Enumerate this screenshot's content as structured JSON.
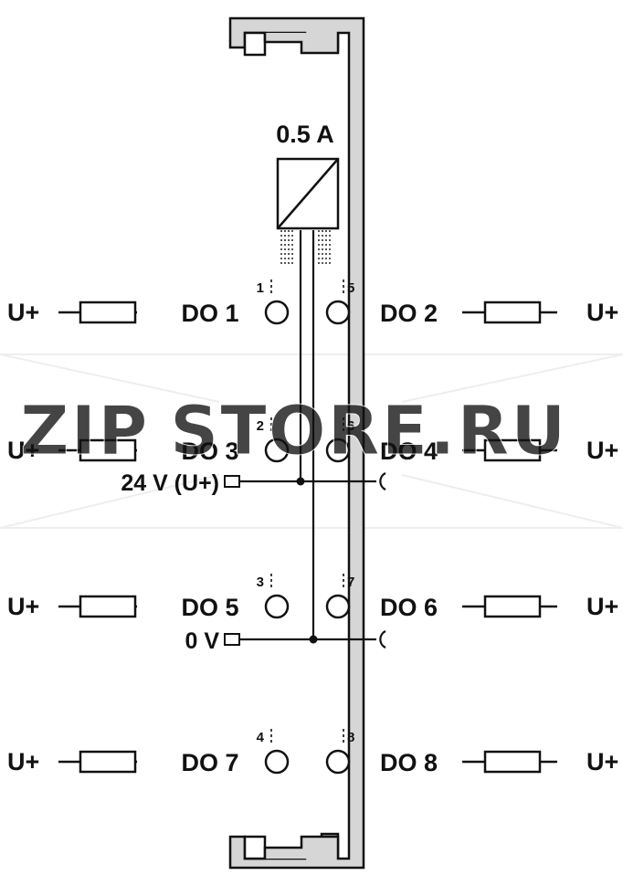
{
  "module": {
    "current_rating": "0.5 A",
    "supply_labels": {
      "plus": "24 V (U+)",
      "zero": "0 V"
    }
  },
  "channels": [
    {
      "label": "DO 1",
      "pin": "1",
      "load": "U+"
    },
    {
      "label": "DO 2",
      "pin": "5",
      "load": "U+"
    },
    {
      "label": "DO 3",
      "pin": "2",
      "load": "U+"
    },
    {
      "label": "DO 4",
      "pin": "6",
      "load": "U+"
    },
    {
      "label": "DO 5",
      "pin": "3",
      "load": "U+"
    },
    {
      "label": "DO 6",
      "pin": "7",
      "load": "U+"
    },
    {
      "label": "DO 7",
      "pin": "4",
      "load": "U+"
    },
    {
      "label": "DO 8",
      "pin": "8",
      "load": "U+"
    }
  ],
  "watermark": {
    "text_part1": "ZIP",
    "text_part2": "STORE.RU"
  },
  "colors": {
    "module_fill": "#d6d6d6",
    "line": "#111111",
    "watermark_orange": "#f2a33a",
    "watermark_gray": "#b9b9b9"
  }
}
